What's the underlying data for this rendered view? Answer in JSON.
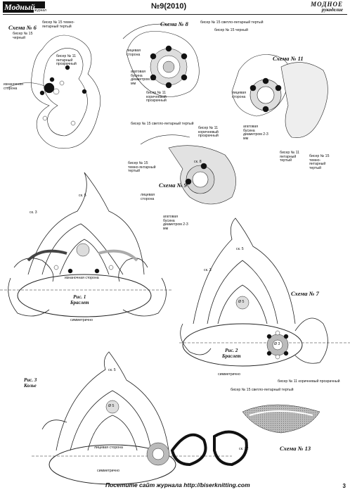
{
  "header": {
    "logo_left": "Модный",
    "logo_left_sub": "журнал",
    "issue": "№9(2010)",
    "logo_right_line1": "МОДНОЕ",
    "logo_right_line2": "рукоделие"
  },
  "schemes": {
    "s6": {
      "title": "Схема № 6",
      "labels": [
        "бисер № 15 черный",
        "бисер № 15 темно-янтарный тертый",
        "бисер № 11 янтарный прозрачный",
        "изнаночная сторона"
      ]
    },
    "s8": {
      "title": "Схема № 8",
      "labels": [
        "бисер № 15 светло-янтарный тертый",
        "бисер № 15 черный",
        "лицевая сторона",
        "агатовая бусина диаметром 2-3 мм",
        "бисер № 11 коричневый прозрачный"
      ]
    },
    "s11": {
      "title": "Схема № 11",
      "labels": [
        "лицевая сторона",
        "агатовая бусина диаметром 2-3 мм",
        "бисер № 11 янтарный тертый",
        "бисер № 15 темно-янтарный тертый"
      ]
    },
    "s9": {
      "title": "Схема № 9",
      "labels": [
        "бисер № 15 светло-янтарный тертый",
        "бисер № 11 коричневый прозрачный",
        "бисер № 15 темно-янтарный тертый",
        "лицевая сторона",
        "агатовая бусина диаметром 2-3 мм"
      ]
    },
    "s7": {
      "title": "Схема № 7",
      "labels": [
        "бисер № 11 коричневый прозрачный",
        "бисер № 15 светло-янтарный тертый"
      ]
    },
    "s13": {
      "title": "Схема № 13"
    }
  },
  "figures": {
    "fig1": {
      "caption": "Рис. 1\nБраслет",
      "labels": [
        "изнаночная сторона",
        "симметрично"
      ]
    },
    "fig2": {
      "caption": "Рис. 2\nБраслет",
      "labels": [
        "симметрично"
      ]
    },
    "fig3": {
      "caption": "Рис. 3\nКолье",
      "labels": [
        "лицевая сторона",
        "симметрично"
      ]
    }
  },
  "marks": {
    "sk3": "ск. 3",
    "sk5": "ск. 5",
    "sk8": "ск. 8",
    "sk12": "ск. 12",
    "d5": "Ø 5",
    "d3": "Ø 3"
  },
  "footer": "Посетите сайт журнала http://biserknitting.com",
  "page_number": "3"
}
